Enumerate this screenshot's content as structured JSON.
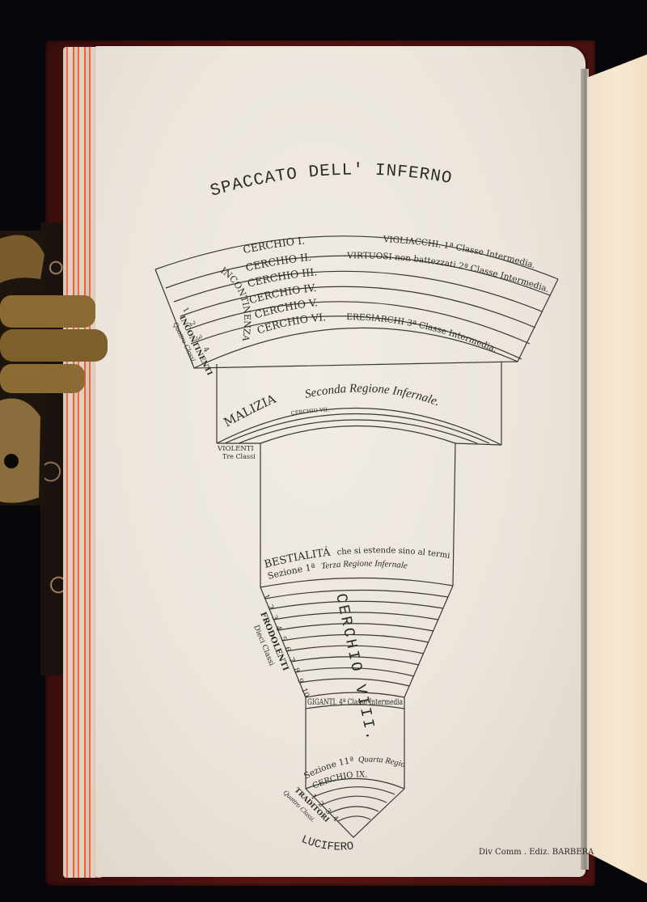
{
  "photo": {
    "subject": "Open antique book page with printed diagram",
    "colors": {
      "background": "#07070b",
      "cover_leather": "#5a1614",
      "page_edge_red": "#ec6a45",
      "paper": "#ebe5dc",
      "facing_page": "#f6e7cf",
      "ink": "#3a3632",
      "brass_clasp": "#8a6a32"
    }
  },
  "diagram": {
    "title": "SPACCATO DELL' INFERNO",
    "upper_region": {
      "rings": [
        {
          "label": "CERCHIO I.",
          "note": "VIGLIACCHI. 1ª Classe Intermedia."
        },
        {
          "label": "CERCHIO II.",
          "note": "VIRTUOSI non battezzati 2ª Classe Intermedia."
        },
        {
          "label": "CERCHIO III.",
          "note": ""
        },
        {
          "label": "CERCHIO IV.",
          "note": ""
        },
        {
          "label": "CERCHIO V.",
          "note": ""
        },
        {
          "label": "CERCHIO VI.",
          "note": "ERESIARCHI 3ª Classe Intermedia."
        }
      ],
      "arc_label": "INCONTINENZA",
      "class_numbers": [
        "1",
        "2",
        "3",
        "4"
      ],
      "side_label": "INCONTINENTI",
      "side_sublabel": "Quattro Classi."
    },
    "second_region": {
      "label": "MALIZIA",
      "subtitle": "Seconda Regione Infernale.",
      "ring_label": "CERCHIO VII.",
      "side_label": "VIOLENTI",
      "side_sublabel": "Tre Classi"
    },
    "third_region": {
      "heading": "BESTIALITÁ",
      "heading_rest": "che si estende sino al termine",
      "section_line_prefix": "Sezione 1ª",
      "section_line_italic": "Terza Regione Infernale",
      "ring_label": "CERCHIO VIII.",
      "class_numbers": [
        "1",
        "2",
        "3",
        "4",
        "5",
        "6",
        "7",
        "8",
        "9",
        "10"
      ],
      "side_label": "FRODOLENTI",
      "side_sublabel": "Dieci Classi"
    },
    "giants": {
      "label": "GIGANTI. 4ª Classe Intermedia"
    },
    "fourth_region": {
      "section_prefix": "Sezione 11ª",
      "section_italic": "Quarta Regione",
      "ring_label": "CERCHIO IX.",
      "class_numbers": [
        "1",
        "2",
        "3",
        "4"
      ],
      "side_label": "TRADITORI",
      "side_sublabel": "Quattro Classi."
    },
    "bottom_label": "LUCIFERO",
    "footer_credit": "Div Comm . Ediz. BARBERA"
  }
}
